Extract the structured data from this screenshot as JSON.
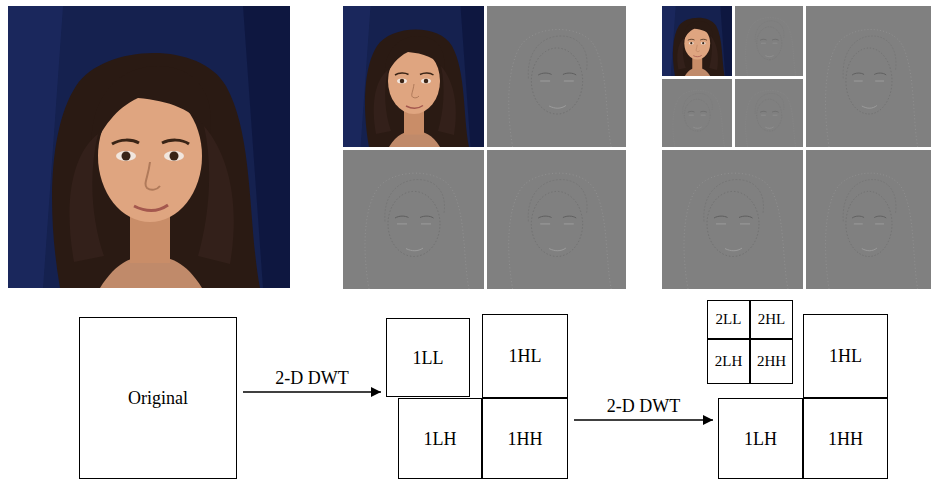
{
  "diagram": {
    "nodes": [
      {
        "text": [
          "Original"
        ]
      },
      {
        "text": [
          "1LL"
        ]
      },
      {
        "text": [
          "1HL"
        ]
      },
      {
        "text": [
          "1LH"
        ]
      },
      {
        "text": [
          "1HH"
        ]
      },
      {
        "text": [
          "2LL"
        ]
      },
      {
        "text": [
          "2HL"
        ]
      },
      {
        "text": [
          "2LH"
        ]
      },
      {
        "text": [
          "2HH"
        ]
      },
      {
        "text": [
          "1HL"
        ]
      },
      {
        "text": [
          "1LH"
        ]
      },
      {
        "text": [
          "1HH"
        ]
      }
    ],
    "edges": [
      {
        "from": 0,
        "to": 1,
        "label": "2-D DWT",
        "arrow": "to"
      },
      {
        "from": 4,
        "to": 10,
        "label": "2-D DWT",
        "arrow": "to"
      }
    ]
  }
}
